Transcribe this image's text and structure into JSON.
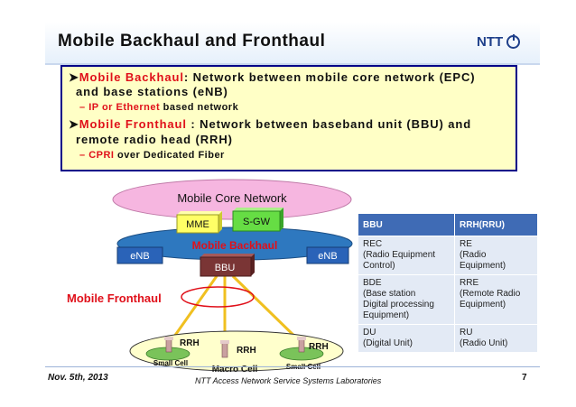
{
  "header": {
    "title": "Mobile Backhaul and Fronthaul",
    "logo_text": "NTT"
  },
  "summary": {
    "backhaul_label": "Mobile Backhaul",
    "backhaul_desc": ":  Network between mobile core network (EPC)",
    "backhaul_desc2": "and base stations (eNB)",
    "backhaul_sub_red": "IP or Ethernet",
    "backhaul_sub_rest": " based network",
    "fronthaul_label": "Mobile Fronthaul",
    "fronthaul_desc": " : Network between baseband unit (BBU) and",
    "fronthaul_desc2": "remote radio head (RRH)",
    "fronthaul_sub_red": "CPRI",
    "fronthaul_sub_rest": " over Dedicated Fiber"
  },
  "diagram": {
    "core_network": "Mobile Core Network",
    "mme": "MME",
    "sgw": "S-GW",
    "backhaul": "Mobile Backhaul",
    "enb_left": "eNB",
    "enb_right": "eNB",
    "bbu": "BBU",
    "fronthaul": "Mobile Fronthaul",
    "rrh_1": "RRH",
    "rrh_2": "RRH",
    "rrh_3": "RRH",
    "small_cell_left": "Small Cell",
    "macro_cell": "Macro Cell",
    "small_cell_right": "Small Cell"
  },
  "table": {
    "headers": [
      "BBU",
      "RRH(RRU)"
    ],
    "rows": [
      [
        [
          "REC",
          "(Radio Equipment",
          "Control)"
        ],
        [
          "RE",
          "(Radio",
          "Equipment)"
        ]
      ],
      [
        [
          "BDE",
          "(Base station",
          "Digital processing",
          "Equipment)"
        ],
        [
          "RRE",
          "(Remote Radio",
          "Equipment)"
        ]
      ],
      [
        [
          "DU",
          "(Digital Unit)"
        ],
        [
          "RU",
          "(Radio Unit)"
        ]
      ]
    ]
  },
  "footer": {
    "date": "Nov. 5th, 2013",
    "org": "NTT Access Network Service Systems Laboratories",
    "page": "7"
  },
  "colors": {
    "accent_red": "#e0101a",
    "box_fill": "#ffffc6",
    "box_border": "#000088",
    "table_header": "#3f6bb5",
    "table_cell": "#e3eaf5",
    "core_fill": "#f6b6e0",
    "backhaul_fill": "#2e78bf",
    "mme_fill": "#ffff66",
    "sgw_fill": "#66dd44",
    "bbu_fill": "#7a3535",
    "fiber": "#f0c020",
    "cell_fill": "#ffffcc"
  }
}
